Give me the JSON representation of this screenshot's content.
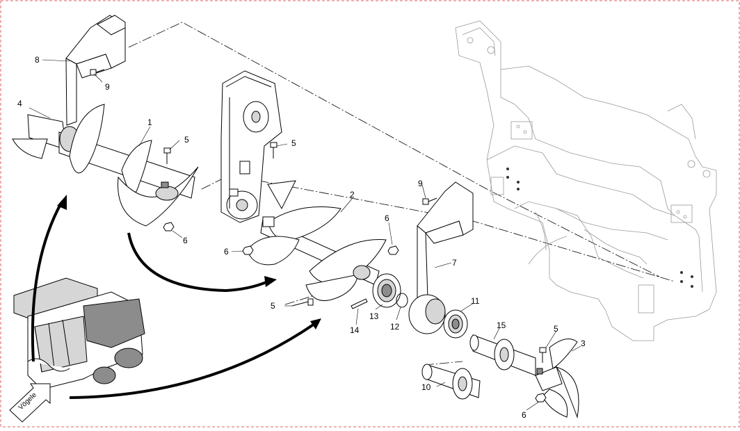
{
  "diagram": {
    "brand_label": "Vögele",
    "callouts": [
      {
        "id": "c1",
        "text": "1"
      },
      {
        "id": "c2",
        "text": "2"
      },
      {
        "id": "c3",
        "text": "3"
      },
      {
        "id": "c4",
        "text": "4"
      },
      {
        "id": "c5a",
        "text": "5"
      },
      {
        "id": "c5b",
        "text": "5"
      },
      {
        "id": "c5c",
        "text": "5"
      },
      {
        "id": "c5d",
        "text": "5"
      },
      {
        "id": "c6a",
        "text": "6"
      },
      {
        "id": "c6b",
        "text": "6"
      },
      {
        "id": "c6c",
        "text": "6"
      },
      {
        "id": "c6d",
        "text": "6"
      },
      {
        "id": "c7",
        "text": "7"
      },
      {
        "id": "c8",
        "text": "8"
      },
      {
        "id": "c9a",
        "text": "9"
      },
      {
        "id": "c9b",
        "text": "9"
      },
      {
        "id": "c10",
        "text": "10"
      },
      {
        "id": "c11",
        "text": "11"
      },
      {
        "id": "c12",
        "text": "12"
      },
      {
        "id": "c13",
        "text": "13"
      },
      {
        "id": "c14",
        "text": "14"
      },
      {
        "id": "c15",
        "text": "15"
      }
    ]
  }
}
